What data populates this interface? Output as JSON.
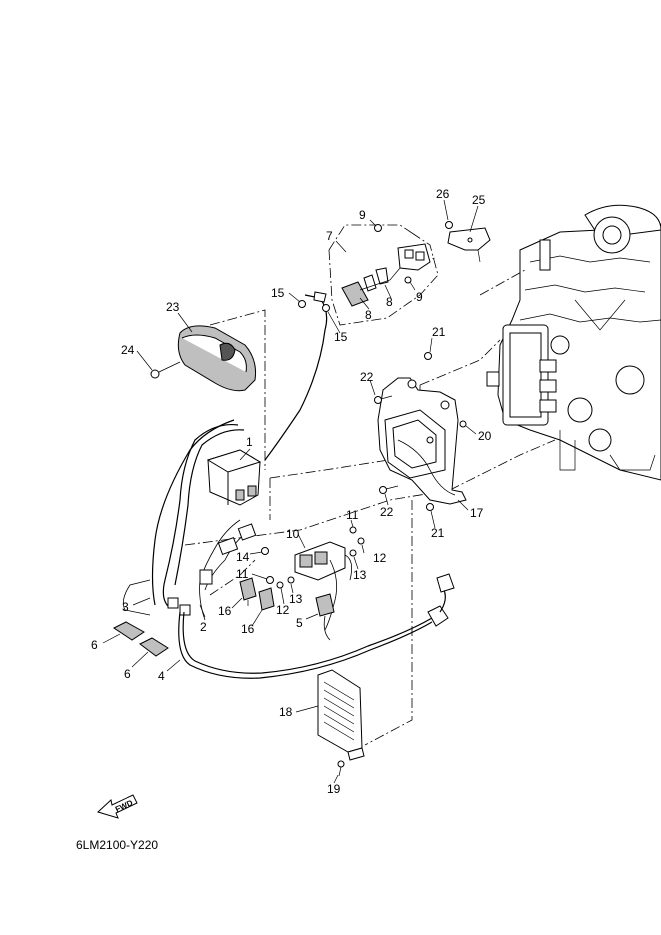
{
  "diagram_code": "6LM2100-Y220",
  "fwd_label": "FWD",
  "callouts": [
    {
      "id": "c1",
      "label": "1"
    },
    {
      "id": "c2",
      "label": "2"
    },
    {
      "id": "c3",
      "label": "3"
    },
    {
      "id": "c4",
      "label": "4"
    },
    {
      "id": "c5",
      "label": "5"
    },
    {
      "id": "c6a",
      "label": "6"
    },
    {
      "id": "c6b",
      "label": "6"
    },
    {
      "id": "c7",
      "label": "7"
    },
    {
      "id": "c8a",
      "label": "8"
    },
    {
      "id": "c8b",
      "label": "8"
    },
    {
      "id": "c9a",
      "label": "9"
    },
    {
      "id": "c9b",
      "label": "9"
    },
    {
      "id": "c10",
      "label": "10"
    },
    {
      "id": "c11a",
      "label": "11"
    },
    {
      "id": "c11b",
      "label": "11"
    },
    {
      "id": "c12a",
      "label": "12"
    },
    {
      "id": "c12b",
      "label": "12"
    },
    {
      "id": "c13a",
      "label": "13"
    },
    {
      "id": "c13b",
      "label": "13"
    },
    {
      "id": "c14",
      "label": "14"
    },
    {
      "id": "c15a",
      "label": "15"
    },
    {
      "id": "c15b",
      "label": "15"
    },
    {
      "id": "c16a",
      "label": "16"
    },
    {
      "id": "c16b",
      "label": "16"
    },
    {
      "id": "c17",
      "label": "17"
    },
    {
      "id": "c18",
      "label": "18"
    },
    {
      "id": "c19",
      "label": "19"
    },
    {
      "id": "c20",
      "label": "20"
    },
    {
      "id": "c21a",
      "label": "21"
    },
    {
      "id": "c21b",
      "label": "21"
    },
    {
      "id": "c22a",
      "label": "22"
    },
    {
      "id": "c22b",
      "label": "22"
    },
    {
      "id": "c23",
      "label": "23"
    },
    {
      "id": "c24",
      "label": "24"
    },
    {
      "id": "c25",
      "label": "25"
    },
    {
      "id": "c26",
      "label": "26"
    }
  ]
}
